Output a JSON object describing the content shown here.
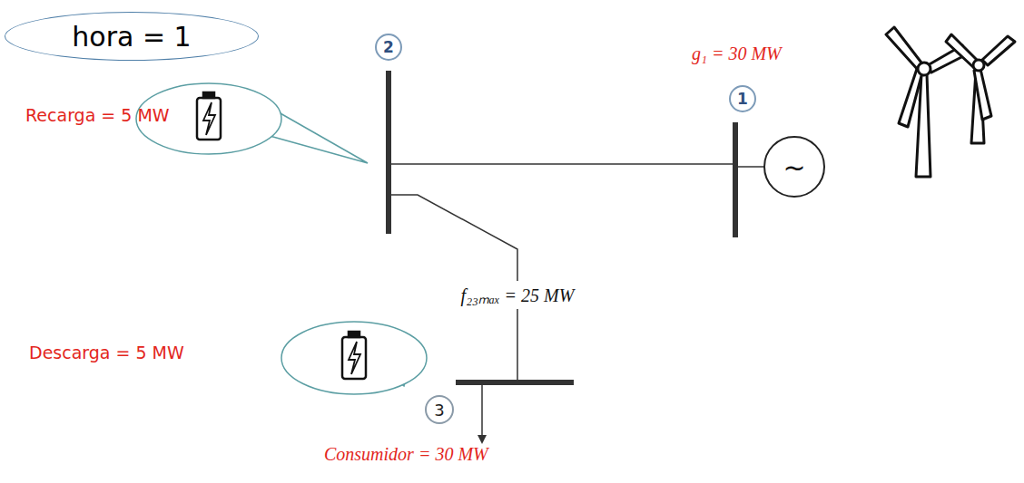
{
  "diagram": {
    "nodes": [
      {
        "text": [
          "hora = 1"
        ]
      },
      {
        "text": [
          "2"
        ]
      },
      {
        "text": [
          "1"
        ]
      },
      {
        "text": [
          "3"
        ]
      },
      {
        "text": [
          "~"
        ]
      }
    ],
    "labels": [
      "g₁ = 30 MW",
      "Recarga = 5 MW",
      "f₂₃ₘₐₓ = 25 MW",
      "Descarga = 5 MW",
      "Consumidor = 30 MW"
    ]
  }
}
